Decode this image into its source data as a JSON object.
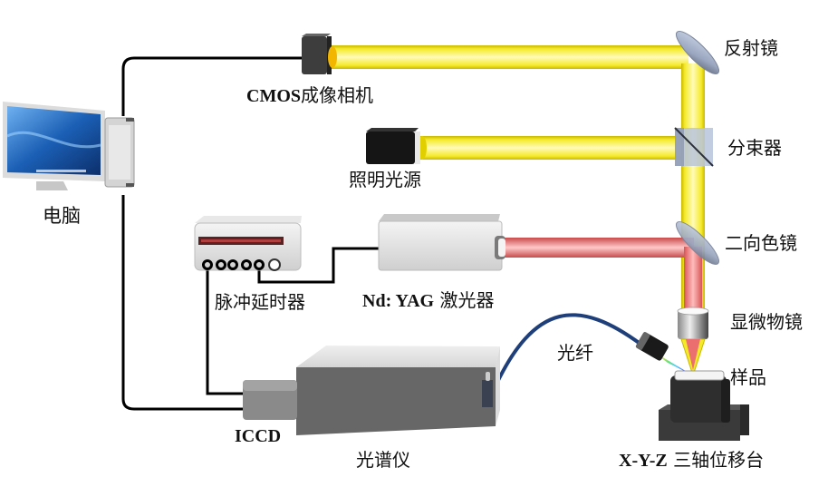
{
  "title": "LIBS experimental setup schematic",
  "labels": {
    "computer": "电脑",
    "cmos_camera_prefix": "CMOS",
    "cmos_camera_suffix": "成像相机",
    "illumination": "照明光源",
    "reflector": "反射镜",
    "beam_splitter": "分束器",
    "dichroic_mirror": "二向色镜",
    "pulse_delay": "脉冲延时器",
    "laser_prefix": "Nd: YAG",
    "laser_suffix": "激光器",
    "objective": "显微物镜",
    "fiber": "光纤",
    "sample": "样品",
    "iccd": "ICCD",
    "spectrometer": "光谱仪",
    "stage_prefix": "X-Y-Z",
    "stage_suffix": "三轴位移台"
  },
  "colors": {
    "imaging_beam": "#f7ee2a",
    "laser_beam": "#ec6f6f",
    "cable": "#000000",
    "fiber": "#1f3f7a"
  }
}
